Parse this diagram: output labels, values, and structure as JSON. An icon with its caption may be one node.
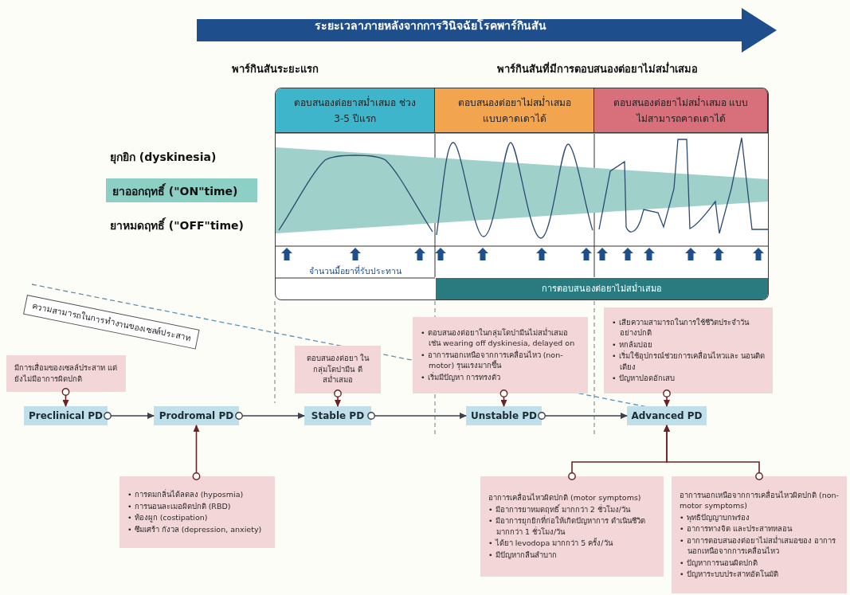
{
  "diagram": {
    "title": "ระยะเวลาภายหลังจากการวินิจฉัยโรคพาร์กินสัน",
    "nodes": [
      {
        "text": [
          "Preclinical PD"
        ]
      },
      {
        "text": [
          "Prodromal PD"
        ]
      },
      {
        "text": [
          "Stable PD"
        ]
      },
      {
        "text": [
          "Unstable PD"
        ]
      },
      {
        "text": [
          "Advanced PD"
        ]
      },
      {
        "text": [
          "มีการเสื่อมของเซลล์ประสาท แต่ยังไม่มีอาการผิดปกติ"
        ]
      },
      {
        "text": [
          "• การดมกลิ่นได้ลดลง (hyposmia)",
          "• การนอนละเมอผิดปกติ (RBD)",
          "• ท้องผูก (costipation)",
          "• ซึมเศร้า กังวล (depression, anxiety)"
        ]
      },
      {
        "text": [
          "ตอบสนองต่อยา ในกลุ่มโดปามีน ดี สม่ำเสมอ"
        ]
      },
      {
        "text": [
          "• ตอบสนองต่อยาในกลุ่มโดปามีนไม่สม่ำเสมอ เช่น wearing off dyskinesia, delayed on",
          "• อาการนอกเหนือจากการเคลื่อนไหว (non-motor) รุนแรงมากขึ้น",
          "• เริ่มมีปัญหา การทรงตัว"
        ]
      },
      {
        "text": [
          "• เสียความสามารถในการใช้ชีวิตประจำวัน อย่างปกติ",
          "• หกล้มบ่อย",
          "• เริ่มใช้อุปกรณ์ช่วยการเคลื่อนไหวและ นอนติดเตียง",
          "• ปัญหาปอดอักเสบ"
        ]
      },
      {
        "text": [
          "อาการเคลื่อนไหวผิดปกติ (motor symptoms)",
          "• มีอาการยาหมดฤทธิ์ มากกว่า 2 ชั่วโมง/วัน",
          "• มีอาการยุกยิกที่ก่อให้เกิดปัญหาการ ดำเนินชีวิต มากกว่า 1 ชั่วโมง/วัน",
          "• ได้ยา levodopa มากกว่า 5 ครั้ง/วัน",
          "• มีปัญหากลืนลำบาก"
        ]
      },
      {
        "text": [
          "อาการนอกเหนือจากการเคลื่อนไหวผิดปกติ (non-motor symptoms)",
          "• พุทธิปัญญาบกพร่อง",
          "• อาการทางจิต และประสาทหลอน",
          "• อาการตอบสนองต่อยาไม่สม่ำเสมอของ อาการนอกเหนือจากการเคลื่อนไหว",
          "• ปัญหาการนอนผิดปกติ",
          "• ปัญหาระบบประสาทอัตโนมัติ"
        ]
      }
    ],
    "edges": [
      {
        "from": 0,
        "to": 1,
        "arrow": "to",
        "color": "#3c4150"
      },
      {
        "from": 1,
        "to": 2,
        "arrow": "to",
        "color": "#3c4150"
      },
      {
        "from": 2,
        "to": 3,
        "arrow": "to",
        "color": "#3c4150"
      },
      {
        "from": 3,
        "to": 4,
        "arrow": "to",
        "color": "#3c4150"
      },
      {
        "from": 5,
        "to": 0,
        "arrow": "to"
      },
      {
        "from": 6,
        "to": 1,
        "arrow": "to"
      },
      {
        "from": 7,
        "to": 2,
        "arrow": "to"
      },
      {
        "from": 8,
        "to": 3,
        "arrow": "to"
      },
      {
        "from": 9,
        "to": 4,
        "arrow": "to"
      },
      {
        "from": 10,
        "to": 4,
        "arrow": "to"
      },
      {
        "from": 11,
        "to": 4,
        "arrow": "to"
      }
    ],
    "labels": [
      "พาร์กินสันระยะแรก",
      "พาร์กินสันที่มีการตอบสนองต่อยาไม่สม่ำเสมอ",
      "ตอบสนองต่อยาสม่ำเสมอ ช่วง 3-5 ปีแรก",
      "ตอบสนองต่อยาไม่สม่ำเสมอ แบบคาดเดาได้",
      "ตอบสนองต่อยาไม่สม่ำเสมอ แบบไม่สามารถคาดเดาได้",
      "ยุกยิก (dyskinesia)",
      "ยาออกฤทธิ์ (\"ON\"time)",
      "ยาหมดฤทธิ์ (\"OFF\"time)",
      "จำนวนมื้อยาที่รับประทาน",
      "การตอบสนองต่อยาไม่สม่ำเสมอ",
      "ความสามารถในการทำงานของเซลล์ประสาท"
    ]
  }
}
